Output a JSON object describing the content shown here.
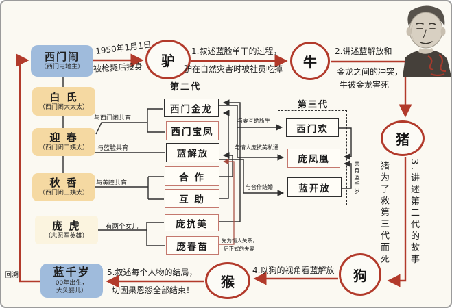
{
  "colors": {
    "red": "#b23a2b",
    "blue": "#9fbbdc",
    "tan": "#f5d9a2",
    "cream": "#fbf4df",
    "ink": "#2b2b2b",
    "female": "#c4786e"
  },
  "people": {
    "ximen_nao": {
      "name": "西门闹",
      "desc": "（西门屯地主）"
    },
    "bai_shi": {
      "name": "白 氏",
      "desc": "（西门闹大太太）"
    },
    "ying_chun": {
      "name": "迎 春",
      "desc": "（西门闹二姨太）"
    },
    "qiu_xiang": {
      "name": "秋 香",
      "desc": "（西门闹三姨太）"
    },
    "pang_hu": {
      "name": "庞 虎",
      "desc": "（志愿军英雄）"
    },
    "lan_qiansui": {
      "name": "蓝千岁",
      "desc1": "00年出生，",
      "desc2": "大头婴儿）"
    }
  },
  "gen2": {
    "label": "第二代",
    "members": [
      {
        "name": "西门金龙"
      },
      {
        "name": "西门宝凤"
      },
      {
        "name": "蓝解放"
      },
      {
        "name": "合 作"
      },
      {
        "name": "互 助"
      }
    ]
  },
  "gen3": {
    "label": "第三代",
    "members": [
      {
        "name": "西门欢"
      },
      {
        "name": "庞凤凰"
      },
      {
        "name": "蓝开放"
      }
    ]
  },
  "pang_sisters": [
    {
      "name": "庞抗美"
    },
    {
      "name": "庞春苗"
    }
  ],
  "animals": {
    "donkey": "驴",
    "ox": "牛",
    "pig": "猪",
    "dog": "狗",
    "monkey": "猴"
  },
  "narrations": {
    "rebirth1": "1950年1月1日",
    "rebirth2": "被枪毙后投身",
    "n1a": "1.叙述蓝脸单干的过程，",
    "n1b": "驴在自然灾害时被社员吃掉",
    "n2a": "2.讲述蓝解放和",
    "n2b": "金龙之间的冲突，",
    "n2c": "牛被金龙害死",
    "n3a": "3.讲述第二代的故事",
    "n3b": "猪为了救第三代而死",
    "n4": "4.以狗的视角看蓝解放",
    "n5a": "5.叙述每个人物的结局，",
    "n5b": "一切因果恩怨全部结束！",
    "backtrack": "回溯"
  },
  "edge_labels": {
    "with_ximennao": "与西门闹共育",
    "with_lanlian": "与蓝脸共育",
    "with_huangtong": "与黄瞳共育",
    "two_daughters": "有两个女儿",
    "with_wife_huzhu": "与妻互助所生",
    "with_lover_pangkangmei": "与情人庞抗美私通",
    "with_hezuo": "与合作结婚",
    "raise_lanqiansui": "共育蓝千岁",
    "lovers_first": "先为情人关系，",
    "married_later": "后正式的夫妻"
  }
}
